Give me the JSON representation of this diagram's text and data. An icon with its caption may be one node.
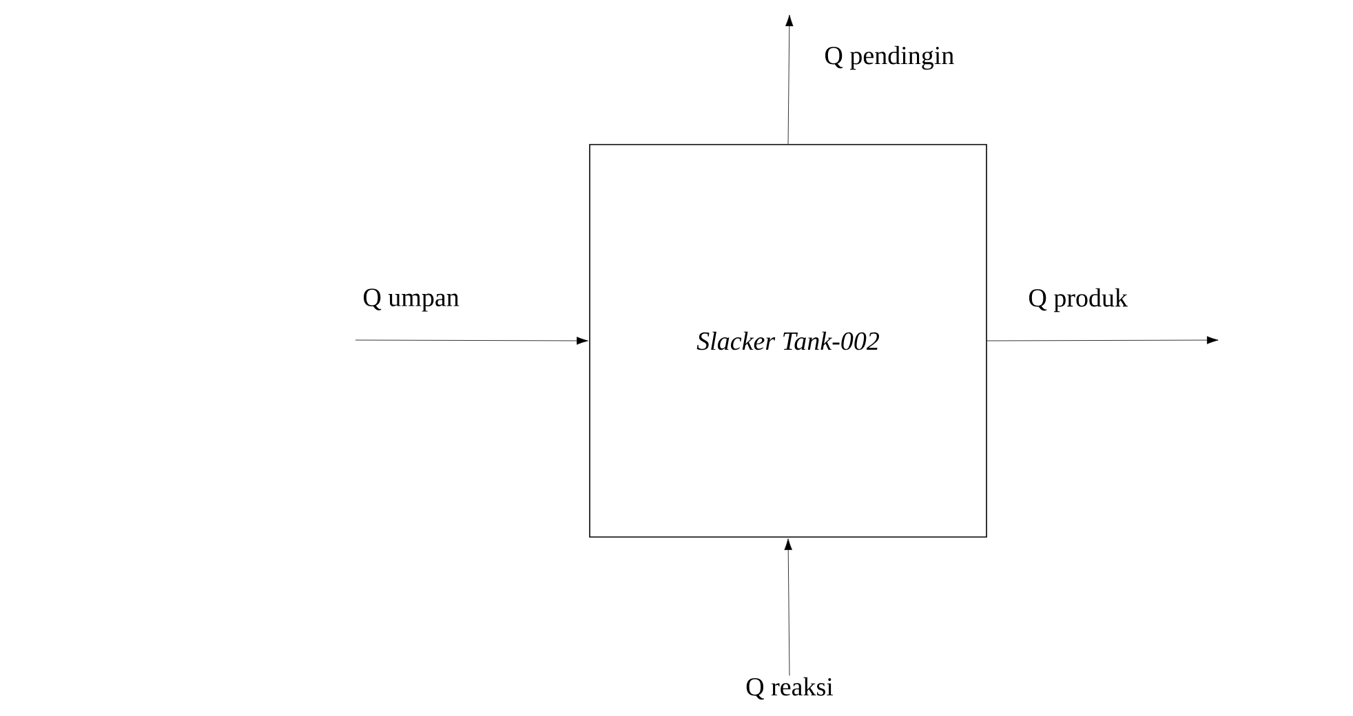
{
  "diagram": {
    "nodes": [
      {
        "text": [
          "*Slacker Tank-002*"
        ]
      },
      {
        "text": [
          "Q reaksi"
        ]
      }
    ],
    "edges": [
      {
        "from": null,
        "to": 0,
        "arrow": "to",
        "label": "Q umpan"
      },
      {
        "from": 0,
        "to": null,
        "arrow": "to",
        "label": "Q produk"
      },
      {
        "from": 0,
        "to": null,
        "arrow": "to",
        "label": "Q pendingin"
      },
      {
        "from": 1,
        "to": 0,
        "arrow": "to"
      }
    ]
  }
}
